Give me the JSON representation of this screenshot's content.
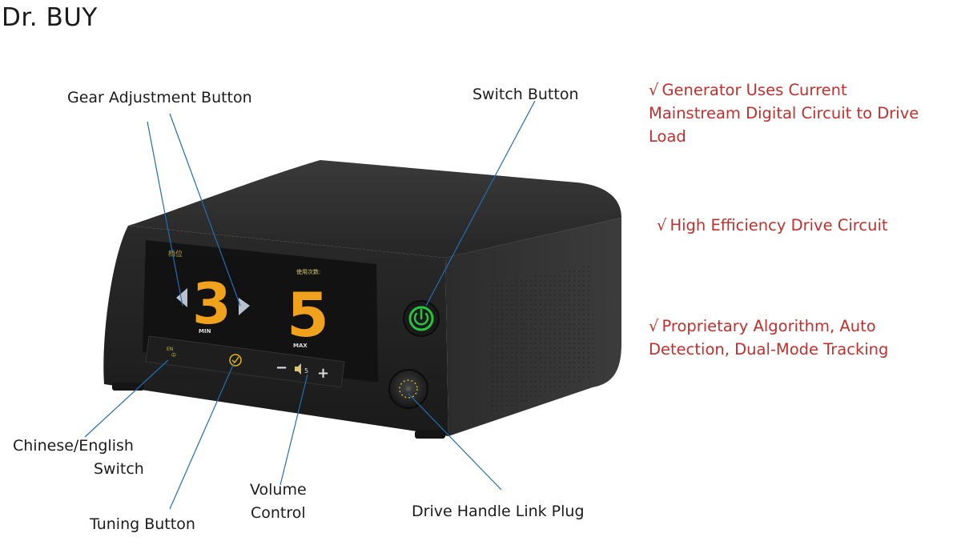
{
  "brand": "Dr. BUY",
  "callouts": {
    "gear_adjustment": "Gear Adjustment Button",
    "switch_button": "Switch Button",
    "cn_en_switch_line1": "Chinese/English",
    "cn_en_switch_line2": "Switch",
    "tuning_button": "Tuning Button",
    "volume_line1": "Volume",
    "volume_line2": "Control",
    "drive_handle": "Drive Handle Link Plug"
  },
  "features": [
    {
      "check": "√",
      "lines": [
        "Generator Uses Current",
        "Mainstream Digital Circuit to Drive",
        "Load"
      ]
    },
    {
      "check": "√",
      "lines": [
        "High Efficiency Drive Circuit"
      ]
    },
    {
      "check": "√",
      "lines": [
        "Proprietary Algorithm, Auto",
        "Detection, Dual-Mode Tracking"
      ]
    }
  ],
  "display": {
    "left_value": "3",
    "left_label": "MIN",
    "left_header": "档位",
    "right_value": "5",
    "right_label": "MAX",
    "right_header": "使用次数:",
    "volume_value": "5",
    "lang_toggle": "EN\n中",
    "minus": "−",
    "plus": "+"
  },
  "colors": {
    "feature_text": "#c0302e",
    "digit": "#f0a21c",
    "power_ring": "#27c43f",
    "device_body": "#2e2e2e",
    "callout_line": "#1f6fb5"
  },
  "icons": {
    "power": "power-icon",
    "tuning": "check-circle-icon",
    "volume": "speaker-icon",
    "left_arrow": "triangle-left-icon",
    "right_arrow": "triangle-right-icon"
  }
}
